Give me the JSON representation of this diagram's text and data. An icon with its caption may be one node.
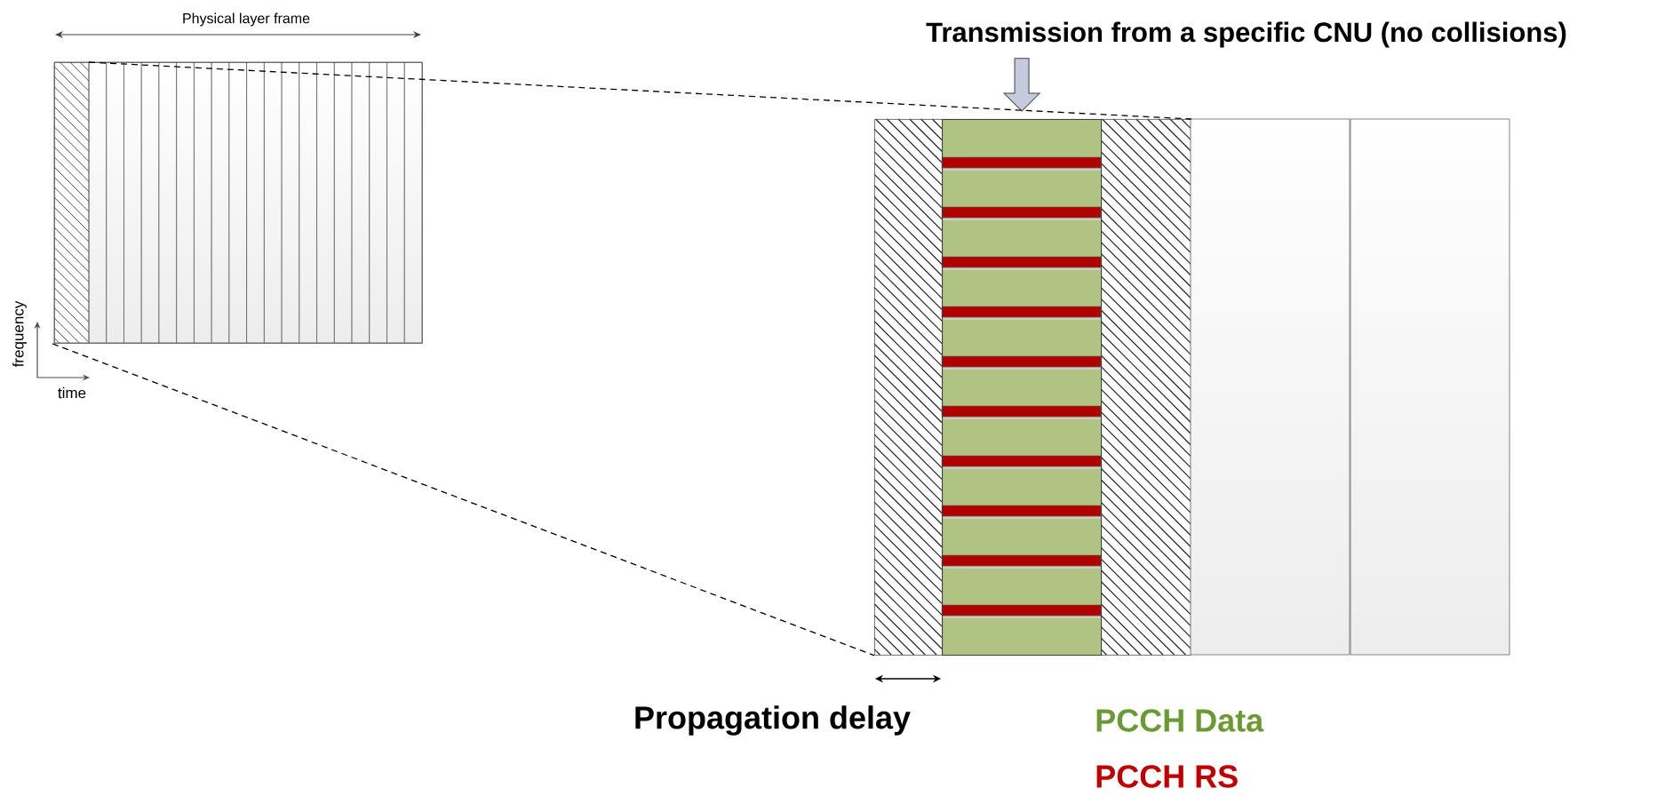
{
  "diagram": {
    "nodes": [
      {
        "text": [],
        "shape": "box"
      },
      {
        "text": [
          "Transmission from a specific CNU (no collisions)"
        ]
      },
      {
        "text": [],
        "shape": "box"
      },
      {
        "text": [],
        "shape": "bar",
        "in": 2
      }
    ],
    "edges": [
      {
        "from": 1,
        "to": 3,
        "arrow": "to",
        "style": "thick",
        "color": "#c5cbdc"
      },
      {
        "from": 0,
        "to": 2,
        "arrow": "none",
        "style": "dashed"
      },
      {
        "from": 0,
        "to": 2,
        "arrow": "none",
        "style": "dashed"
      }
    ],
    "labels": [
      "Physical layer frame",
      "frequency",
      "time",
      "Propagation delay"
    ],
    "legend": [
      {
        "text": "PCCH Data",
        "color": "#6b9a35"
      },
      {
        "text": "PCCH RS",
        "color": "#c00000"
      }
    ]
  }
}
